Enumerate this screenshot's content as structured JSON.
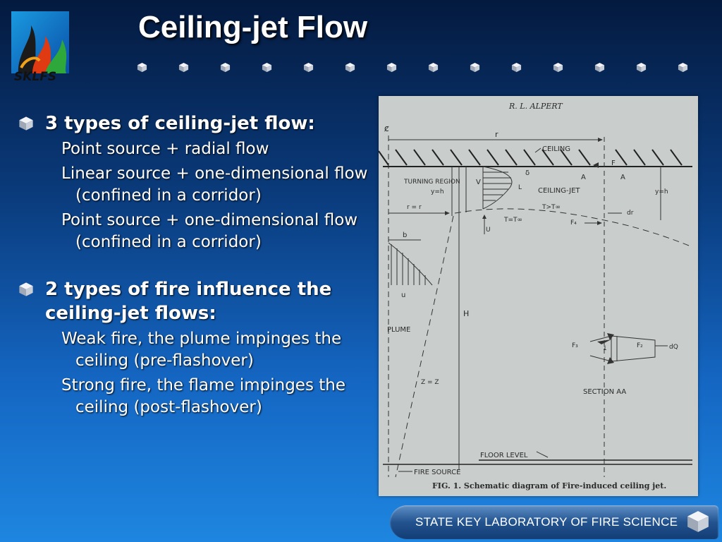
{
  "header": {
    "title": "Ceiling-jet Flow",
    "logo_text": "SKLFS"
  },
  "content": {
    "bullets": [
      {
        "text": "3 types of ceiling-jet flow:",
        "subitems": [
          "Point source + radial flow",
          "Linear source + one-dimensional flow (confined in a corridor)",
          "Point source + one-dimensional flow (confined in a corridor)"
        ]
      },
      {
        "text": "2 types of fire influence the ceiling-jet flows:",
        "subitems": [
          "Weak fire, the plume impinges the ceiling (pre-flashover)",
          "Strong fire, the flame impinges the ceiling (post-flashover)"
        ]
      }
    ]
  },
  "figure": {
    "author": "R. L. ALPERT",
    "caption": "FIG. 1. Schematic diagram of Fire-induced ceiling jet.",
    "labels": {
      "centerline": "ȼ",
      "r": "r",
      "ceiling": "CEILING",
      "turning_region": "TURNING REGION",
      "ceiling_jet": "CEILING-JET",
      "y_he": "y=h",
      "y_h": "y=h",
      "r_re": "r = r",
      "v": "V",
      "delta": "δ",
      "l": "L",
      "t_gt": "T>T∞",
      "t_eq": "T=T∞",
      "u_ent": "U",
      "f1": "F",
      "f4": "F₄",
      "a_left": "A",
      "a_right": "A",
      "dr": "dr",
      "b": "b",
      "u": "u",
      "h": "H",
      "plume": "PLUME",
      "z_zo": "Z = Z",
      "f3": "F₃",
      "one": "1",
      "f2": "F₂",
      "dq": "dQ",
      "section_aa": "SECTION AA",
      "floor_level": "FLOOR LEVEL",
      "fire_source": "FIRE SOURCE"
    }
  },
  "footer": {
    "text": "STATE KEY LABORATORY OF FIRE SCIENCE"
  }
}
